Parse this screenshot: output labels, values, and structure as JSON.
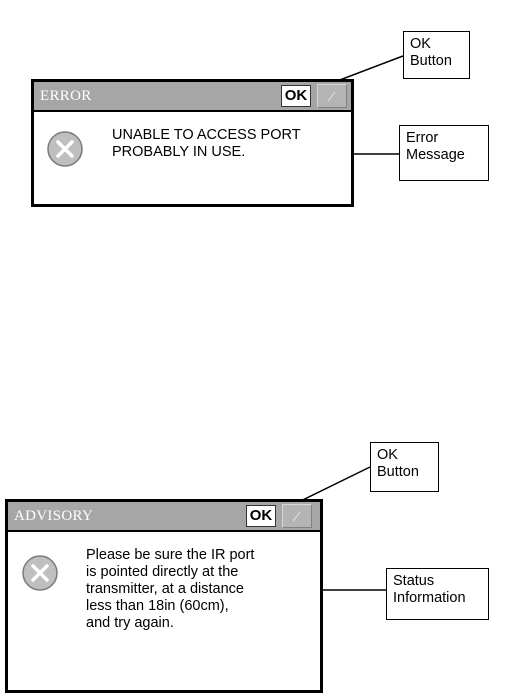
{
  "error_dialog": {
    "title": "ERROR",
    "ok_label": "OK",
    "message": "UNABLE TO ACCESS PORT\nPROBABLY IN USE.",
    "callout_ok": "OK\nButton",
    "callout_message": "Error\nMessage"
  },
  "advisory_dialog": {
    "title": "ADVISORY",
    "ok_label": "OK",
    "message": "Please be sure the IR port\nis pointed directly at the\ntransmitter, at a distance\nless than 18in (60cm),\nand try again.",
    "callout_ok": "OK\nButton",
    "callout_status": "Status\nInformation"
  },
  "icons": {
    "error": "error-x-circle-icon",
    "help": "help-icon"
  }
}
